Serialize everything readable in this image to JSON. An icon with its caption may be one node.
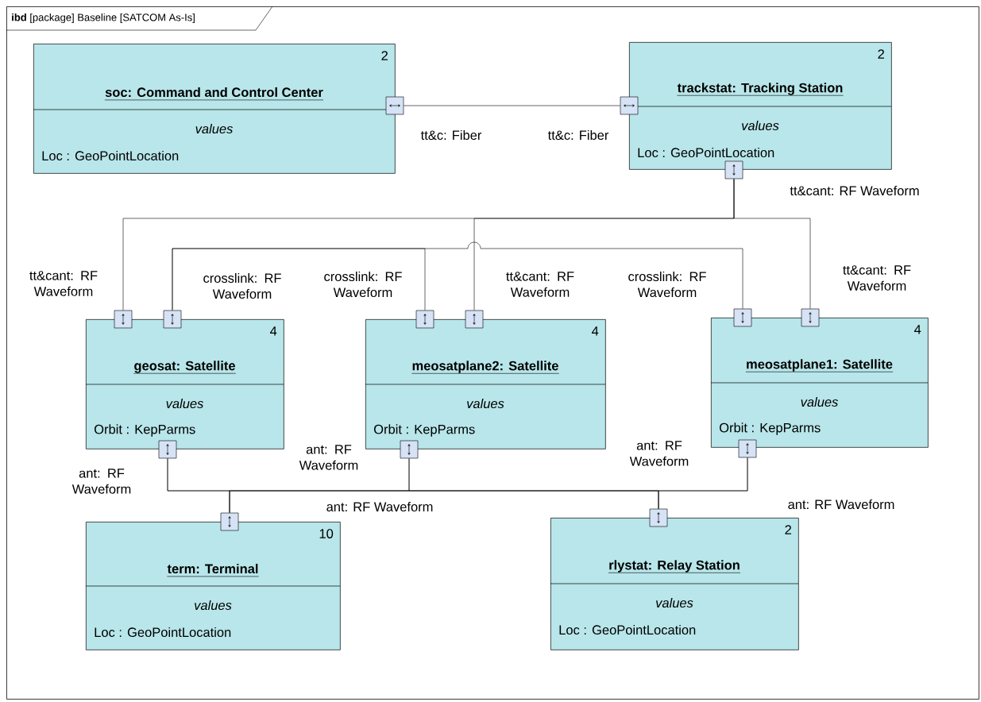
{
  "diagram": {
    "nodes": [
      {
        "text": [
          "**ibd** [package] Baseline [SATCOM As-Is]"
        ]
      },
      {
        "text": [
          "2",
          "soc: Command and Control Center",
          "values",
          "Loc : GeoPointLocation"
        ],
        "in": 0
      },
      {
        "text": [],
        "shape": "box",
        "in": 0
      },
      {
        "text": [],
        "shape": "box",
        "in": 0
      },
      {
        "text": [
          "2",
          "trackstat: Tracking Station",
          "values",
          "Loc : GeoPointLocation"
        ],
        "in": 0
      },
      {
        "text": [],
        "shape": "box",
        "in": 0
      },
      {
        "text": [],
        "shape": "box",
        "in": 0
      },
      {
        "text": [],
        "shape": "box",
        "in": 0
      },
      {
        "text": [],
        "shape": "box",
        "in": 0
      },
      {
        "text": [],
        "shape": "box",
        "in": 0
      },
      {
        "text": [],
        "shape": "box",
        "in": 0
      },
      {
        "text": [],
        "shape": "box",
        "in": 0
      },
      {
        "text": [
          "4",
          "geosat: Satellite",
          "values",
          "Orbit : KepParms"
        ],
        "in": 0
      },
      {
        "text": [
          "4",
          "meosatplane2: Satellite",
          "values",
          "Orbit : KepParms"
        ],
        "in": 0
      },
      {
        "text": [
          "4",
          "meosatplane1: Satellite",
          "values",
          "Orbit : KepParms"
        ],
        "in": 0
      },
      {
        "text": [],
        "shape": "box",
        "in": 0
      },
      {
        "text": [],
        "shape": "box",
        "in": 0
      },
      {
        "text": [],
        "shape": "box",
        "in": 0
      },
      {
        "text": [],
        "shape": "box",
        "in": 0
      },
      {
        "text": [],
        "shape": "box",
        "in": 0
      },
      {
        "text": [
          "10",
          "term: Terminal",
          "values",
          "Loc : GeoPointLocation"
        ],
        "in": 0
      },
      {
        "text": [
          "2",
          "rlystat: Relay Station",
          "values",
          "Loc : GeoPointLocation"
        ],
        "in": 0
      }
    ],
    "edges": [
      {
        "from": 2,
        "to": 3,
        "arrow": "none"
      },
      {
        "from": 5,
        "to": 6,
        "arrow": "none"
      },
      {
        "from": 5,
        "to": 9,
        "arrow": "none"
      },
      {
        "from": 5,
        "to": 11,
        "arrow": "none"
      },
      {
        "from": 7,
        "to": 8,
        "arrow": "none"
      },
      {
        "from": 7,
        "to": 10,
        "arrow": "none"
      },
      {
        "from": 15,
        "to": 18,
        "arrow": "none"
      },
      {
        "from": 15,
        "to": 19,
        "arrow": "none"
      },
      {
        "from": 16,
        "to": 18,
        "arrow": "none"
      },
      {
        "from": 16,
        "to": 19,
        "arrow": "none"
      },
      {
        "from": 17,
        "to": 18,
        "arrow": "none"
      },
      {
        "from": 17,
        "to": 19,
        "arrow": "none"
      }
    ],
    "labels": [
      "tt&c: Fiber",
      "tt&c: Fiber",
      "tt&cant: RF Waveform",
      "tt&cant: RF Waveform",
      "crosslink: RF Waveform",
      "crosslink: RF Waveform",
      "tt&cant: RF Waveform",
      "crosslink: RF Waveform",
      "tt&cant: RF Waveform",
      "ant: RF Waveform",
      "ant: RF Waveform",
      "ant: RF Waveform",
      "ant: RF Waveform",
      "ant: RF Waveform"
    ]
  }
}
